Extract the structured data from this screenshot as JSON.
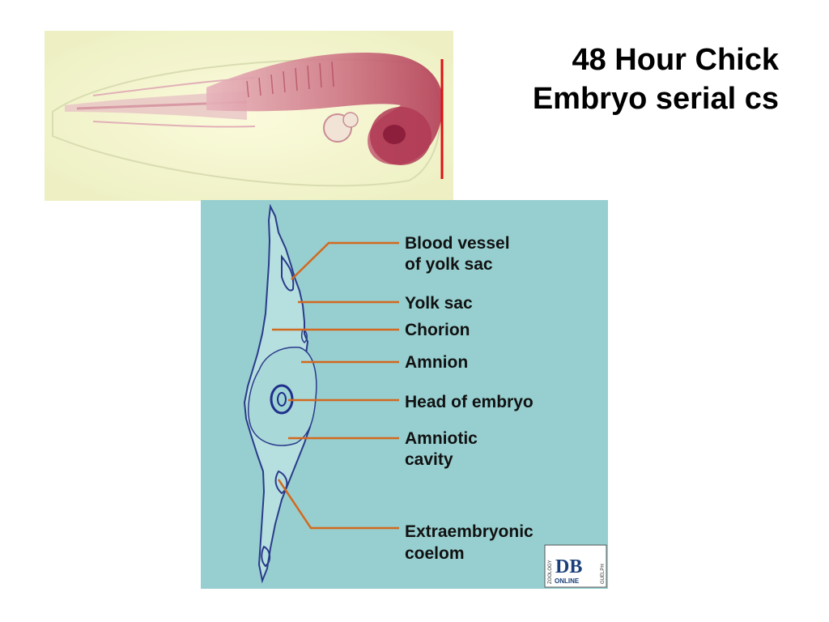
{
  "title": {
    "line1": "48 Hour Chick",
    "line2": "Embryo serial cs"
  },
  "labels": {
    "blood_vessel_line1": "Blood vessel",
    "blood_vessel_line2": "of yolk sac",
    "yolk_sac": "Yolk sac",
    "chorion": "Chorion",
    "amnion": "Amnion",
    "head_of_embryo": "Head of embryo",
    "amniotic_cavity_line1": "Amniotic",
    "amniotic_cavity_line2": "cavity",
    "extraembryonic_line1": "Extraembryonic",
    "extraembryonic_line2": "coelom"
  },
  "logo": {
    "left_text": "ZOOLOGY",
    "main_text": "DB",
    "sub_text": "ONLINE",
    "right_text": "GUELPH"
  },
  "colors": {
    "diagram_background": "#97cfd0",
    "leader_lines": "#d2691e",
    "section_line": "#dd1111",
    "embryo_stain": "#b8455c",
    "photo_background": "#f6f6d2"
  }
}
